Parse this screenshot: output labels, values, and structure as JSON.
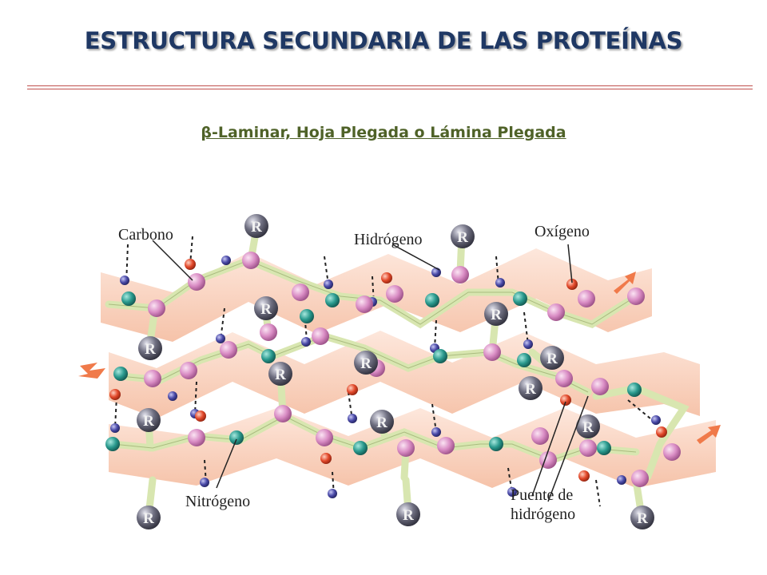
{
  "slide": {
    "title": "ESTRUCTURA SECUNDARIA DE LAS PROTEÍNAS",
    "subtitle": "β-Laminar, Hoja Plegada o Lámina Plegada"
  },
  "diagram": {
    "labels": {
      "carbono": "Carbono",
      "hidrogeno": "Hidrógeno",
      "oxigeno": "Oxígeno",
      "nitrogeno": "Nitrógeno",
      "puente_line1": "Puente de",
      "puente_line2": "hidrógeno"
    },
    "side_chain": "R",
    "colors": {
      "title": "#1f3864",
      "subtitle": "#4f6228",
      "rule": "#c0504d",
      "sheet": "#f4b89a",
      "carbon": "#d98cc4",
      "nitrogen": "#2a9a8e",
      "oxygen": "#e2482a",
      "hydrogen": "#4a4aa8",
      "r_group": "#6e6e80",
      "bond": "#d8e6b0",
      "arrow": "#f07a4a"
    }
  }
}
